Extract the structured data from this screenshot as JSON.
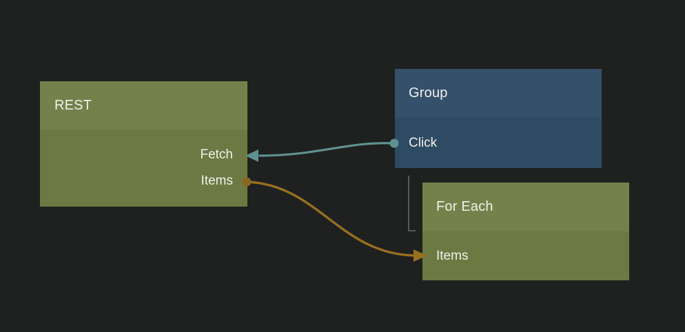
{
  "canvas": {
    "background": "#1f2020",
    "text_color": "#f2f1ea"
  },
  "nodes": [
    {
      "id": "rest",
      "title": "REST",
      "header_color": "#75814b",
      "body_color": "#6c7943",
      "ports": [
        {
          "label": "Fetch",
          "side": "right"
        },
        {
          "label": "Items",
          "side": "right"
        }
      ]
    },
    {
      "id": "group",
      "title": "Group",
      "header_color": "#35506b",
      "body_color": "#2f4a63",
      "ports": [
        {
          "label": "Click",
          "side": "left"
        }
      ]
    },
    {
      "id": "foreach",
      "title": "For Each",
      "header_color": "#75814b",
      "body_color": "#6c7943",
      "ports": [
        {
          "label": "Items",
          "side": "left"
        }
      ]
    }
  ],
  "edges": [
    {
      "id": "click-to-fetch",
      "from": "Group.Click",
      "to": "REST.Fetch",
      "color": "#5e9290",
      "dot_color": "#5e9290"
    },
    {
      "id": "items-to-items",
      "from": "REST.Items",
      "to": "For Each.Items",
      "color": "#9a701e",
      "dot_color": "#8a661f"
    }
  ],
  "bracket": {
    "from": "Group",
    "to": "For Each",
    "color": "#5a5a5a"
  }
}
